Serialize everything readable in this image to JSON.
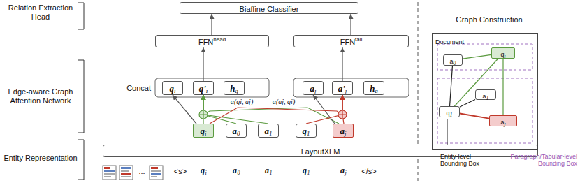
{
  "diagram": {
    "nodes": [
      {
        "text": [
          "Biaffine Classifier"
        ]
      },
      {
        "text": [
          "FFN",
          "head"
        ]
      },
      {
        "text": [
          "FFN",
          "tail"
        ]
      },
      {
        "text": [
          "q",
          "i"
        ]
      },
      {
        "text": [
          "q'",
          "i"
        ]
      },
      {
        "text": [
          "h",
          "q"
        ]
      },
      {
        "text": [
          "a",
          "j"
        ]
      },
      {
        "text": [
          "a'",
          "j"
        ]
      },
      {
        "text": [
          "h",
          "a"
        ]
      },
      {
        "text": [
          "q",
          "i"
        ]
      },
      {
        "text": [
          "a",
          "0"
        ]
      },
      {
        "text": [
          "a",
          "1"
        ]
      },
      {
        "text": [
          "q",
          "1"
        ]
      },
      {
        "text": [
          "a",
          "j"
        ]
      },
      {
        "text": [
          "LayoutXLM"
        ]
      },
      {
        "text": [
          "Document"
        ]
      },
      {
        "text": [
          "q",
          "i"
        ],
        "in": 15
      },
      {
        "text": [
          "a",
          "0"
        ],
        "in": 15
      },
      {
        "text": [
          "a",
          "1"
        ],
        "in": 15
      },
      {
        "text": [
          "q",
          "1"
        ],
        "in": 15
      },
      {
        "text": [
          "a",
          "j"
        ],
        "in": 15
      }
    ],
    "edges": [
      {
        "from": 9,
        "to": 3,
        "arrow": "to"
      },
      {
        "from": 9,
        "to": 4,
        "arrow": "to"
      },
      {
        "from": 10,
        "to": 4,
        "arrow": "to"
      },
      {
        "from": 11,
        "to": 4,
        "arrow": "to"
      },
      {
        "from": 13,
        "to": 4,
        "arrow": "to",
        "label": "α(qi, aj)"
      },
      {
        "from": 13,
        "to": 6,
        "arrow": "to"
      },
      {
        "from": 13,
        "to": 7,
        "arrow": "to"
      },
      {
        "from": 12,
        "to": 7,
        "arrow": "to"
      },
      {
        "from": 9,
        "to": 7,
        "arrow": "to",
        "label": "α(aj, qi)"
      },
      {
        "from": 4,
        "to": 1,
        "arrow": "to"
      },
      {
        "from": 7,
        "to": 2,
        "arrow": "to"
      },
      {
        "from": 1,
        "to": 0,
        "arrow": "to"
      },
      {
        "from": 2,
        "to": 0,
        "arrow": "to"
      },
      {
        "from": 16,
        "to": 17,
        "arrow": "none"
      },
      {
        "from": 16,
        "to": 19,
        "arrow": "none"
      },
      {
        "from": 16,
        "to": 20,
        "arrow": "none"
      },
      {
        "from": 17,
        "to": 19,
        "arrow": "none"
      },
      {
        "from": 19,
        "to": 18,
        "arrow": "none"
      },
      {
        "from": 19,
        "to": 20,
        "arrow": "none"
      }
    ],
    "labels": [
      "Relation Extraction Head",
      "Edge-aware Graph Attention Network",
      "Entity Representation",
      "Concat",
      "Graph Construction",
      "...",
      "<s>",
      "q",
      "i",
      "a",
      "0",
      "a",
      "1",
      "q",
      "1",
      "a",
      "j",
      "</s>",
      "Entity-level Bounding Box",
      "Paragraph/Tabular-level Bounding Box"
    ]
  }
}
